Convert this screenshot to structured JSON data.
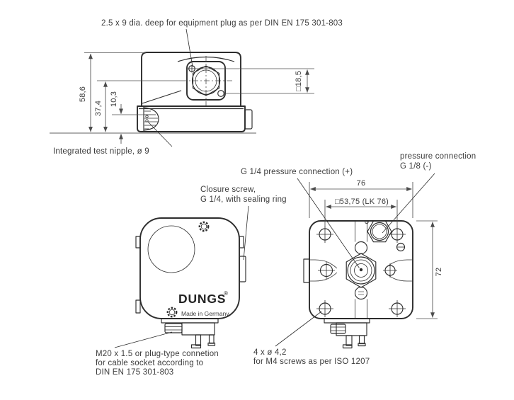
{
  "colors": {
    "line": "#2d2d2d",
    "dimension": "#4c4c4c",
    "text": "#3c3c3c",
    "background": "#ffffff"
  },
  "side_view": {
    "plug_note": "2.5 x 9 dia. deep for equipment plug as per DIN EN 175 301-803",
    "nipple_note": "Integrated test nipple, ø 9",
    "dim_total_height": "58,6",
    "dim_mid_height": "37,4",
    "dim_nipple_height": "10,3",
    "dim_plug_square": "□18,5"
  },
  "front_view": {
    "closure_note_line1": "Closure screw,",
    "closure_note_line2": "G 1/4, with sealing ring",
    "brand": "DUNGS",
    "brand_reg": "®",
    "made_in": "Made in Germany",
    "cable_note_line1": "M20 x 1.5 or plug-type connetion",
    "cable_note_line2": "for cable socket according to",
    "cable_note_line3": "DIN EN 175 301-803"
  },
  "back_view": {
    "g14_note": "G 1/4 pressure connection (+)",
    "g18_note_line1": "pressure connection",
    "g18_note_line2": "G 1/8 (-)",
    "dim_width": "76",
    "dim_bolt_circle": "□53,75 (LK 76)",
    "dim_height": "72",
    "screws_note_line1": "4 x ø 4,2",
    "screws_note_line2": "for M4 screws as per ISO 1207"
  }
}
